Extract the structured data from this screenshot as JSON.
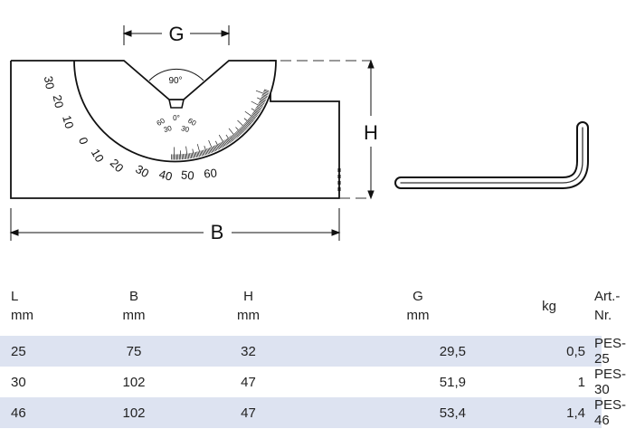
{
  "drawing": {
    "dim_g": "G",
    "dim_h": "H",
    "dim_b": "B",
    "angle_label": "90°",
    "scale_outer_labels": [
      "30",
      "20",
      "10",
      "0",
      "10",
      "20",
      "30",
      "40",
      "50",
      "60"
    ],
    "scale_inner_labels": [
      "60",
      "30",
      "0°",
      "30",
      "60"
    ]
  },
  "table": {
    "headers": [
      {
        "top": "L",
        "bottom": "mm"
      },
      {
        "top": "B",
        "bottom": "mm"
      },
      {
        "top": "H",
        "bottom": "mm"
      },
      {
        "top": "G",
        "bottom": "mm"
      },
      {
        "top": "kg",
        "bottom": ""
      },
      {
        "top": "Art.-Nr.",
        "bottom": ""
      }
    ],
    "rows": [
      [
        "25",
        "75",
        "32",
        "29,5",
        "0,5",
        "PES-25"
      ],
      [
        "30",
        "102",
        "47",
        "51,9",
        "1",
        "PES-30"
      ],
      [
        "46",
        "102",
        "47",
        "53,4",
        "1,4",
        "PES-46"
      ]
    ]
  },
  "colors": {
    "row_shade": "#dde3f1",
    "line": "#111111"
  }
}
